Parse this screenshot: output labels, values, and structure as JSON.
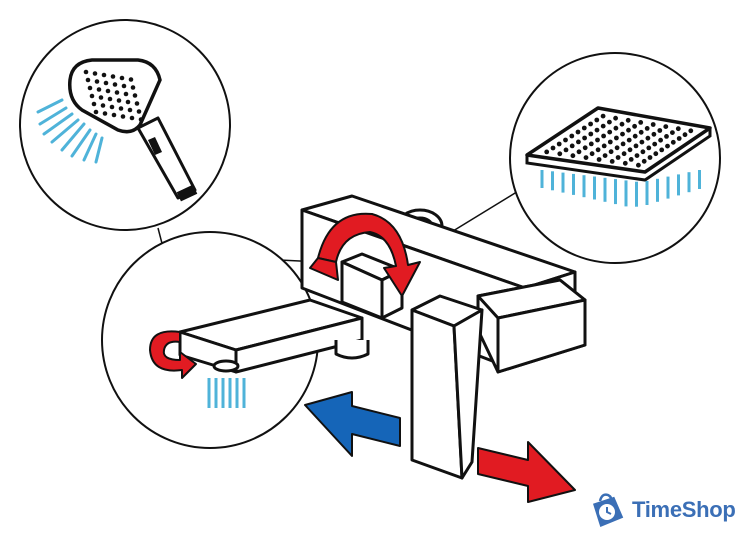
{
  "brand": {
    "name": "TimeShop",
    "icon": "shopping-bag-clock-icon",
    "color": "#3b6fb6"
  },
  "colors": {
    "line": "#111111",
    "water": "#4fb3d9",
    "cold_flow": "#1565b8",
    "hot_flow": "#e11b22",
    "diverter_arrow": "#e11b22"
  },
  "callouts": [
    "hand-shower",
    "overhead-shower",
    "spout"
  ]
}
